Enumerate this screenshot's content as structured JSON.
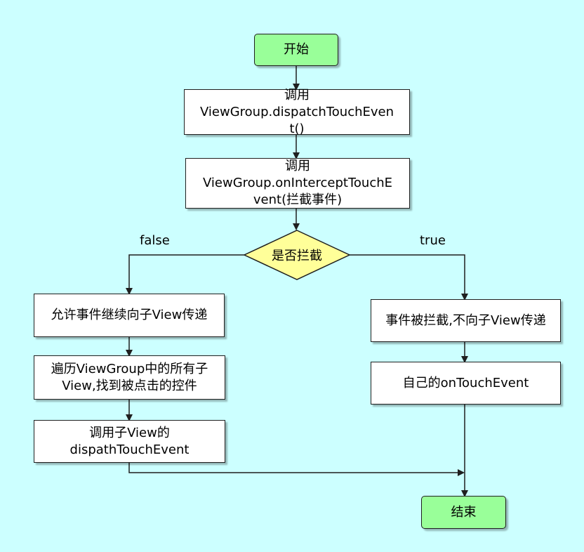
{
  "nodes": {
    "start": "开始",
    "dispatch": "调用\nViewGroup.dispatchTouchEven\nt()",
    "intercept": "调用\nViewGroup.onInterceptTouchE\nvent(拦截事件)",
    "decision": "是否拦截",
    "allow": "允许事件继续向子View传递",
    "traverse": "遍历ViewGroup中的所有子\nView,找到被点击的控件",
    "child_dispatch": "调用子View的\ndispathTouchEvent",
    "intercepted": "事件被拦截,不向子View传递",
    "self_touch": "自己的onTouchEvent",
    "end": "结束"
  },
  "edge_labels": {
    "false": "false",
    "true": "true"
  },
  "colors": {
    "background": "#ccffff",
    "terminal_fill": "#99ff99",
    "process_fill": "#ffffff",
    "decision_fill": "#ffff99",
    "line": "#1f1f1f"
  }
}
